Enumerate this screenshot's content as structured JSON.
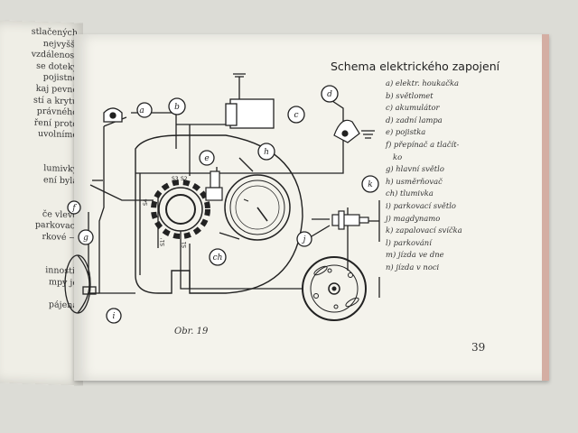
{
  "left_page": {
    "lines": [
      "stlačených",
      "nejvyšší",
      "vzdálenost",
      "se doteky",
      "pojistné",
      "kaj pevně",
      "stí a krytu",
      "právného",
      "ření proto",
      "uvolníme",
      "",
      "",
      "lumivky",
      "ení byla",
      "",
      "",
      "če vlevo",
      "parkovací",
      "rkové —",
      "",
      "",
      "innosti,",
      "mpy je",
      "",
      "pájena"
    ]
  },
  "schematic": {
    "title": "Schema elektrického zapojení",
    "legend": [
      "a) elektr. houkačka",
      "b) světlomet",
      "c) akumulátor",
      "d) zadní lampa",
      "e) pojistka",
      "f) přepínač a tlačít-",
      "ko",
      "g) hlavní světlo",
      "h) usměrňovač",
      "ch) tlumivka",
      "i) parkovací světlo",
      "j) magdynamo",
      "k) zapalovací svíčka",
      "l) parkování",
      "m) jízda ve dne",
      "n) jízda v noci"
    ],
    "callouts": [
      "a",
      "b",
      "c",
      "d",
      "e",
      "f",
      "g",
      "h",
      "ch",
      "i",
      "j",
      "k"
    ],
    "terminals": [
      "S4",
      "S3",
      "S2",
      "S1",
      "S1'"
    ],
    "caption": "Obr. 19",
    "page_number": "39"
  }
}
